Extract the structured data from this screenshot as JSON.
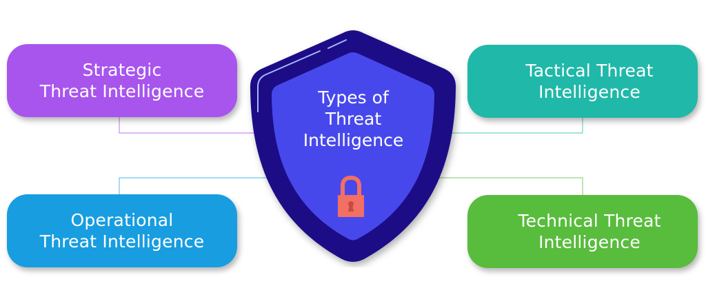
{
  "center": {
    "title_lines": [
      "Types of",
      "Threat",
      "Intelligence"
    ],
    "icon": "padlock-icon",
    "colors": {
      "shield_outer": "#1a0c86",
      "shield_inner": "#4748ec",
      "highlight": "#a8b8ff",
      "lock": "#f26f63",
      "keyhole": "#c84a44"
    }
  },
  "types": [
    {
      "id": "strategic",
      "lines": [
        "Strategic",
        "Threat Intelligence"
      ],
      "color": "#a855ee",
      "position": "top-left"
    },
    {
      "id": "tactical",
      "lines": [
        "Tactical Threat",
        "Intelligence"
      ],
      "color": "#20b8a8",
      "position": "top-right"
    },
    {
      "id": "operational",
      "lines": [
        "Operational",
        "Threat Intelligence"
      ],
      "color": "#189de0",
      "position": "bottom-left"
    },
    {
      "id": "technical",
      "lines": [
        "Technical Threat",
        "Intelligence"
      ],
      "color": "#58bc3c",
      "position": "bottom-right"
    }
  ],
  "connector_colors": {
    "strategic": "#c58df2",
    "tactical": "#6fd4c8",
    "operational": "#6cc3ee",
    "technical": "#93d67c"
  }
}
